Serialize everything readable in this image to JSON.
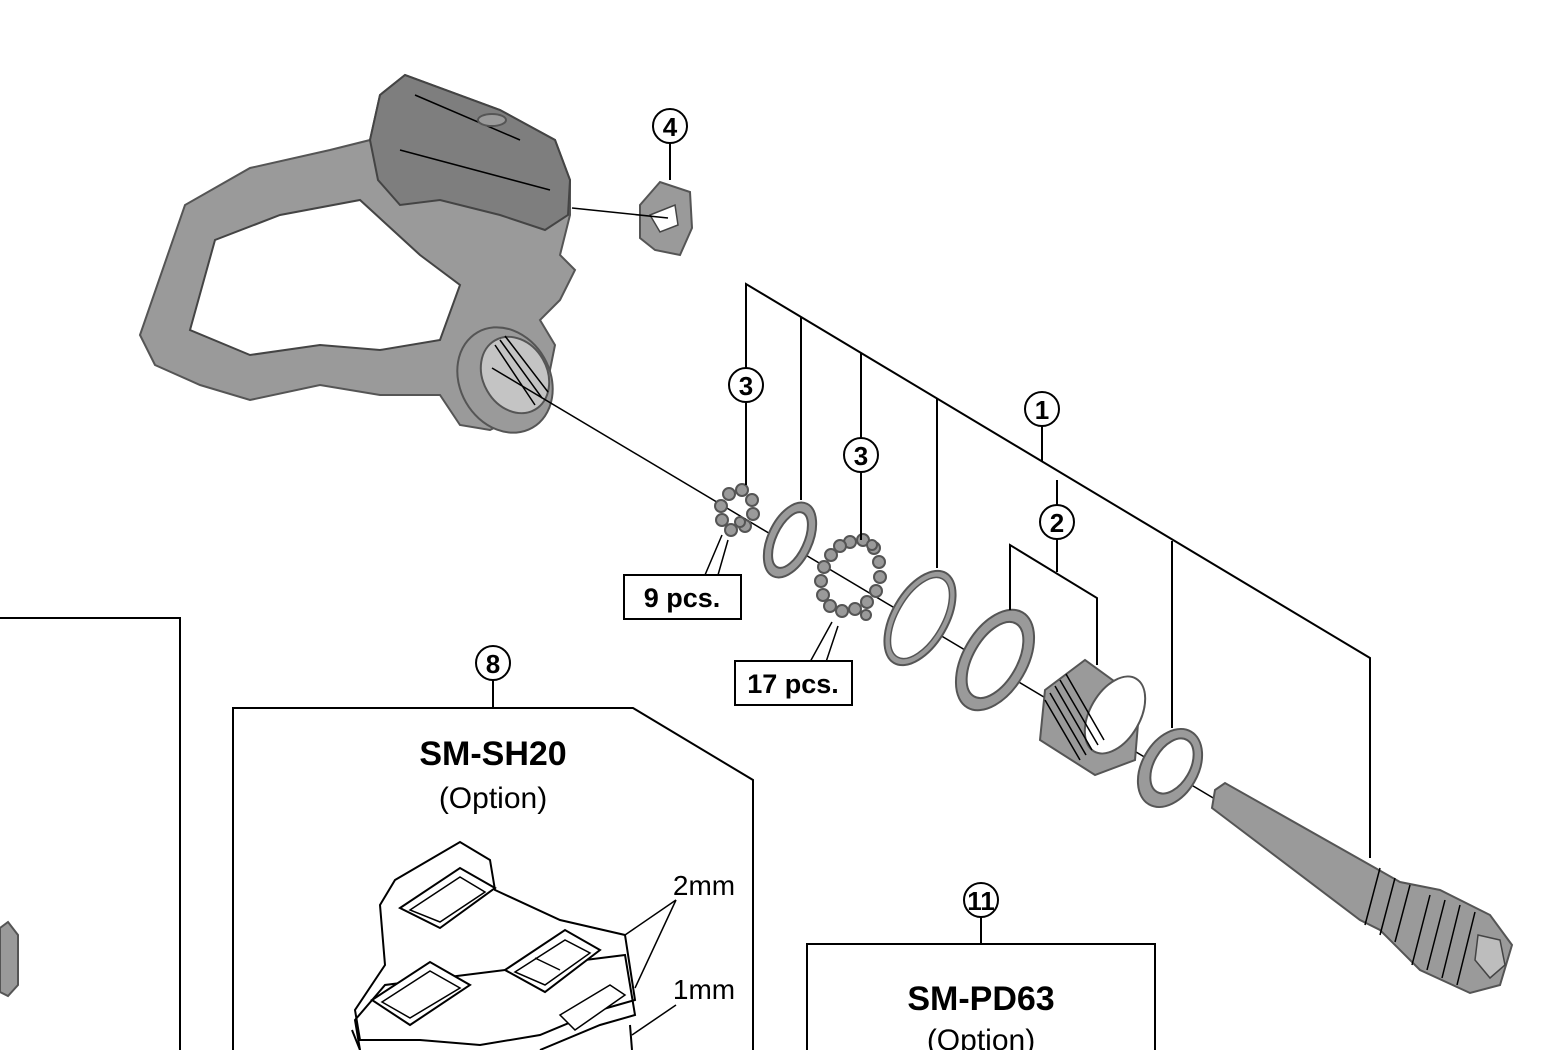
{
  "callouts": {
    "c1": "1",
    "c2": "2",
    "c3a": "3",
    "c3b": "3",
    "c4": "4",
    "c8": "8",
    "c11": "11"
  },
  "quantities": {
    "small_bearing": "9 pcs.",
    "large_bearing": "17 pcs."
  },
  "cleat_box": {
    "model": "SM-SH20",
    "note": "(Option)",
    "shim_top": "2mm",
    "shim_bottom": "1mm"
  },
  "pedal_box": {
    "model": "SM-PD63",
    "note": "(Option)"
  },
  "colors": {
    "part_fill": "#9a9a9a",
    "part_stroke": "#555555",
    "line": "#000000"
  }
}
